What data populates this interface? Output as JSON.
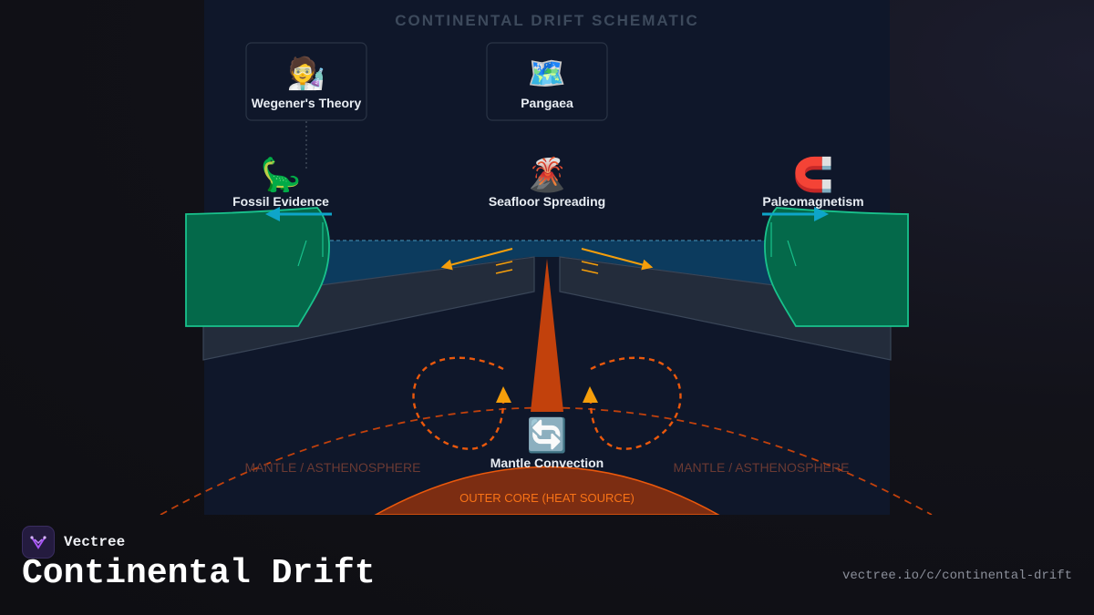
{
  "diagram": {
    "title": "CONTINENTAL DRIFT SCHEMATIC",
    "cards": [
      {
        "label": "Wegener's Theory",
        "icon": "scientist-icon",
        "glyph": "🧑‍🔬"
      },
      {
        "label": "Pangaea",
        "icon": "world-map-icon",
        "glyph": "🗺️"
      }
    ],
    "evidence": [
      {
        "label": "Fossil Evidence",
        "icon": "dinosaur-icon",
        "glyph": "🦕"
      },
      {
        "label": "Seafloor Spreading",
        "icon": "volcano-icon",
        "glyph": "🌋"
      },
      {
        "label": "Paleomagnetism",
        "icon": "magnet-icon",
        "glyph": "🧲"
      }
    ],
    "convection": {
      "label": "Mantle Convection",
      "icon": "cycle-arrows-icon",
      "glyph": "🔄"
    },
    "zones": {
      "mantle_left": "MANTLE / ASTHENOSPHERE",
      "mantle_right": "MANTLE / ASTHENOSPHERE",
      "core": "OUTER CORE (HEAT SOURCE)"
    },
    "colors": {
      "panel": "#0f172a",
      "continent": "#04694a",
      "continent_edge": "#19c28c",
      "ocean": "#0c3b5e",
      "crust": "#232c3b",
      "magma": "#c2410c",
      "core": "#7c2d12",
      "arrow_orange": "#f59e0b",
      "arrow_cyan": "#0ea5c9"
    }
  },
  "footer": {
    "brand": "Vectree",
    "logo_icon": "vectree-logo-icon",
    "heading": "Continental Drift",
    "url": "vectree.io/c/continental-drift"
  }
}
